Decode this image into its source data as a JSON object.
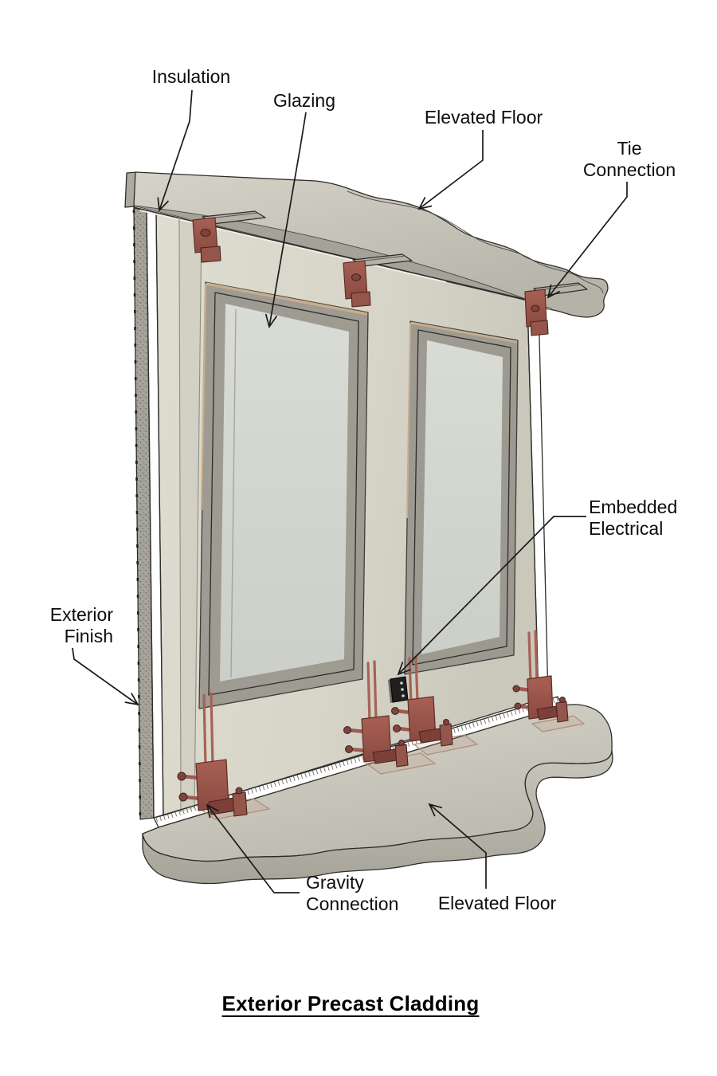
{
  "title": {
    "text": "Exterior Precast Cladding"
  },
  "callouts": {
    "insulation": "Insulation",
    "glazing": "Glazing",
    "elevated_floor_top": "Elevated Floor",
    "tie_connection": {
      "line1": "Tie",
      "line2": "Connection"
    },
    "embedded_electrical": {
      "line1": "Embedded",
      "line2": "Electrical"
    },
    "exterior_finish": {
      "line1": "Exterior",
      "line2": "Finish"
    },
    "gravity_connection": {
      "line1": "Gravity",
      "line2": "Connection"
    },
    "elevated_floor_bottom": "Elevated Floor"
  },
  "colors": {
    "background": "#ffffff",
    "label_text": "#0d0d0d",
    "leader_line": "#1a1a1a",
    "outline": "#2e2d2a",
    "slab_light": "#d3d1c5",
    "slab_shade": "#b7b5a9",
    "slab_underside": "#a5a399",
    "panel_face": "#dcd9cd",
    "panel_face_shade": "#cecbbf",
    "insulation_strip": "#ebe9df",
    "exterior_finish_speckle": "#a7a59b",
    "panel_right_edge": "#edebe2",
    "support_ledge": "#f4f3ed",
    "window_surround": "#98958c",
    "window_frame": "#272727",
    "window_reveal_tan": "#c7ad8c",
    "glass": "#d6d8d1",
    "connection_red": "#9c5a50",
    "connection_red_dark": "#67362e",
    "electrical_box": "#1f1f1f"
  }
}
